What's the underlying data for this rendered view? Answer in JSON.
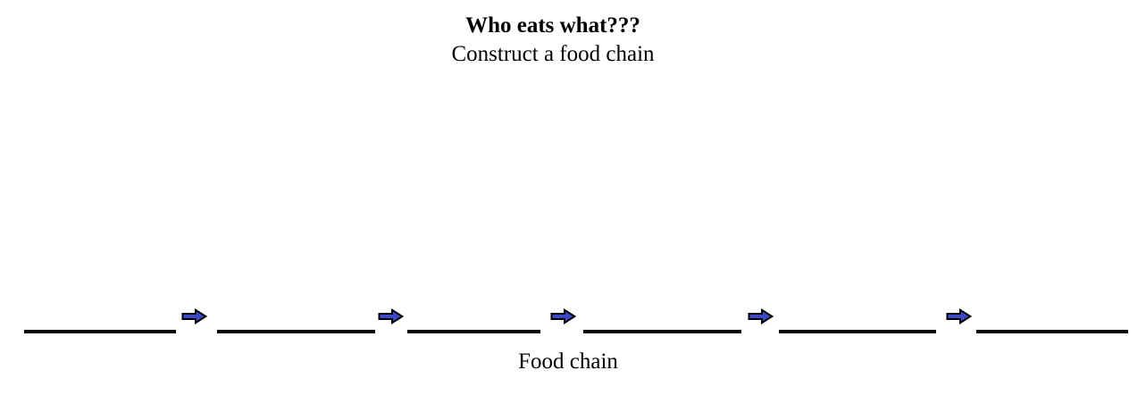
{
  "header": {
    "title": "Who eats what???",
    "subtitle": "Construct a food chain"
  },
  "food_chain": {
    "caption": "Food chain",
    "blanks": [
      {
        "label": "blank-1",
        "value": ""
      },
      {
        "label": "blank-2",
        "value": ""
      },
      {
        "label": "blank-3",
        "value": ""
      },
      {
        "label": "blank-4",
        "value": ""
      },
      {
        "label": "blank-5",
        "value": ""
      },
      {
        "label": "blank-6",
        "value": ""
      }
    ],
    "arrow_count": 5
  },
  "icons": {
    "arrow": "block-arrow-right"
  },
  "colors": {
    "background": "#ffffff",
    "text": "#000000",
    "blank_line": "#000000",
    "arrow_fill": "#3e49c8",
    "arrow_outline": "#000000"
  }
}
